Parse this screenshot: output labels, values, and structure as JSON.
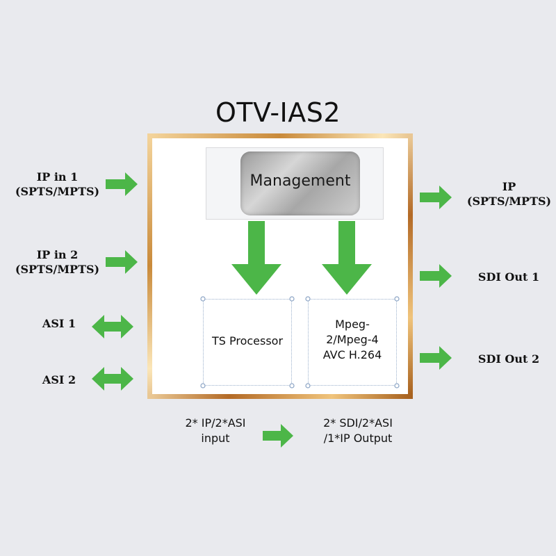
{
  "title": "OTV-IAS2",
  "management": "Management",
  "ts_processor": "TS Processor",
  "encoder": [
    "Mpeg-",
    "2/Mpeg-4",
    "AVC H.264"
  ],
  "inputs": {
    "ip_in_1": [
      "IP in 1",
      "(SPTS/MPTS)"
    ],
    "ip_in_2": [
      "IP in 2",
      "(SPTS/MPTS)"
    ],
    "asi_1": "ASI 1",
    "asi_2": "ASI 2"
  },
  "outputs": {
    "ip": [
      "IP",
      "(SPTS/MPTS)"
    ],
    "sdi_out_1": "SDI Out 1",
    "sdi_out_2": "SDI Out 2"
  },
  "summary": {
    "input": [
      "2* IP/2*ASI",
      "input"
    ],
    "output": [
      "2* SDI/2*ASI",
      "/1*IP Output"
    ]
  },
  "colors": {
    "arrow": "#4cb648",
    "frame_gold": "#c98a3a"
  }
}
